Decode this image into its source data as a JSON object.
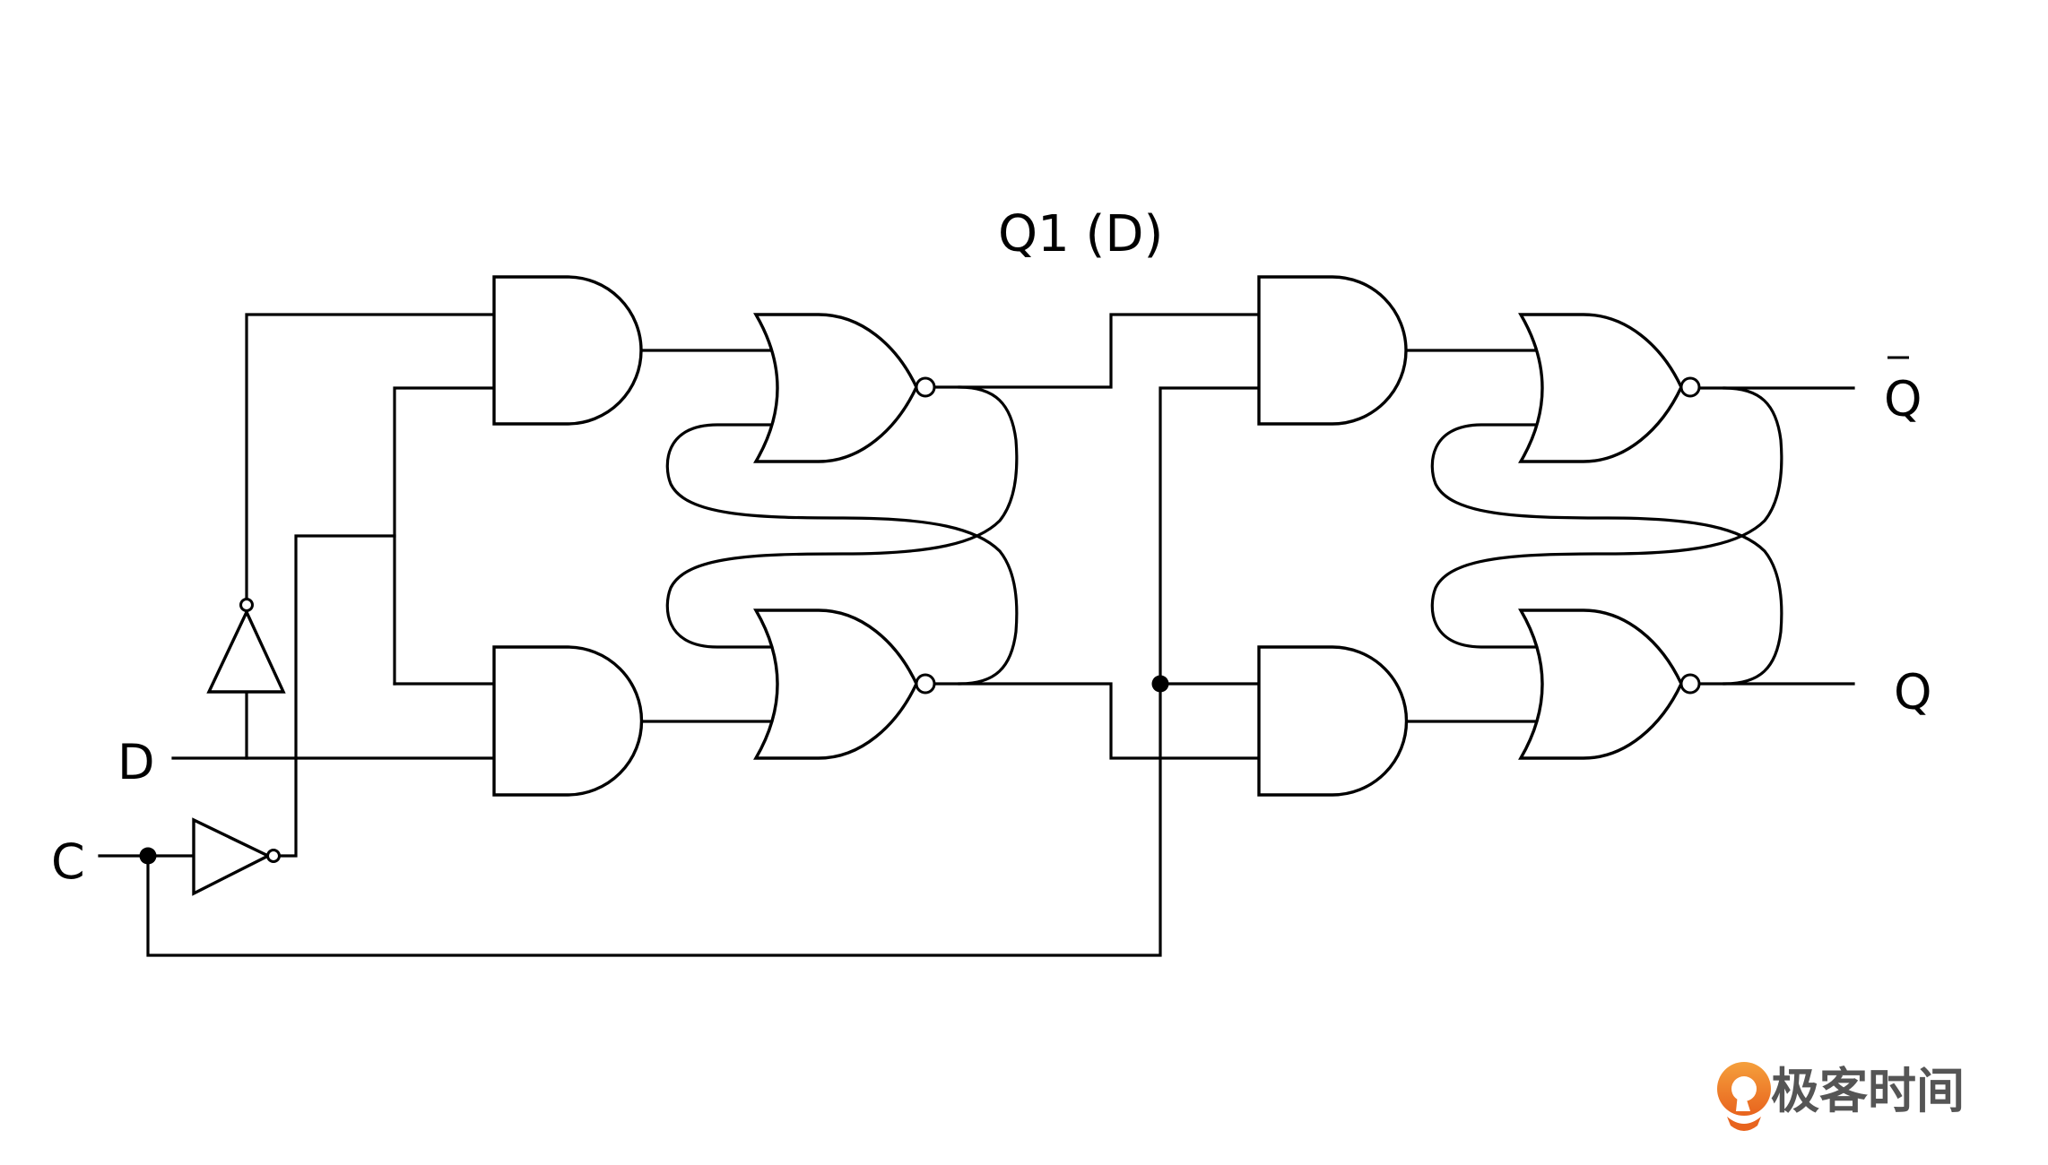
{
  "diagram": {
    "title": "Master-slave D flip-flop (two-stage gated D latch with NOR latches)",
    "labels": {
      "intermediate": "Q1 (D)",
      "input_d": "D",
      "input_c": "C",
      "output_q_bar": "Q",
      "output_q": "Q"
    },
    "components": [
      {
        "id": "not-d",
        "type": "NOT",
        "input": "D"
      },
      {
        "id": "not-c",
        "type": "NOT",
        "input": "C"
      },
      {
        "id": "and-1",
        "type": "AND",
        "stage": "master",
        "inputs": [
          "NOT D",
          "NOT C"
        ]
      },
      {
        "id": "and-2",
        "type": "AND",
        "stage": "master",
        "inputs": [
          "NOT C",
          "D"
        ]
      },
      {
        "id": "nor-1",
        "type": "NOR",
        "stage": "master",
        "inputs": [
          "AND-1",
          "NOR-2"
        ]
      },
      {
        "id": "nor-2",
        "type": "NOR",
        "stage": "master",
        "inputs": [
          "NOR-1",
          "AND-2"
        ]
      },
      {
        "id": "and-3",
        "type": "AND",
        "stage": "slave",
        "inputs": [
          "NOR-1",
          "C"
        ]
      },
      {
        "id": "and-4",
        "type": "AND",
        "stage": "slave",
        "inputs": [
          "C",
          "NOR-2"
        ]
      },
      {
        "id": "nor-3",
        "type": "NOR",
        "stage": "slave",
        "inputs": [
          "AND-3",
          "NOR-4"
        ],
        "output": "Q bar"
      },
      {
        "id": "nor-4",
        "type": "NOR",
        "stage": "slave",
        "inputs": [
          "NOR-3",
          "AND-4"
        ],
        "output": "Q"
      }
    ]
  },
  "branding": {
    "logo_text": "极客时间",
    "logo_icon": "geektime-logo-icon",
    "logo_colors": {
      "icon_light": "#f5a03c",
      "icon_dark": "#e8641e",
      "text": "#555555"
    }
  }
}
